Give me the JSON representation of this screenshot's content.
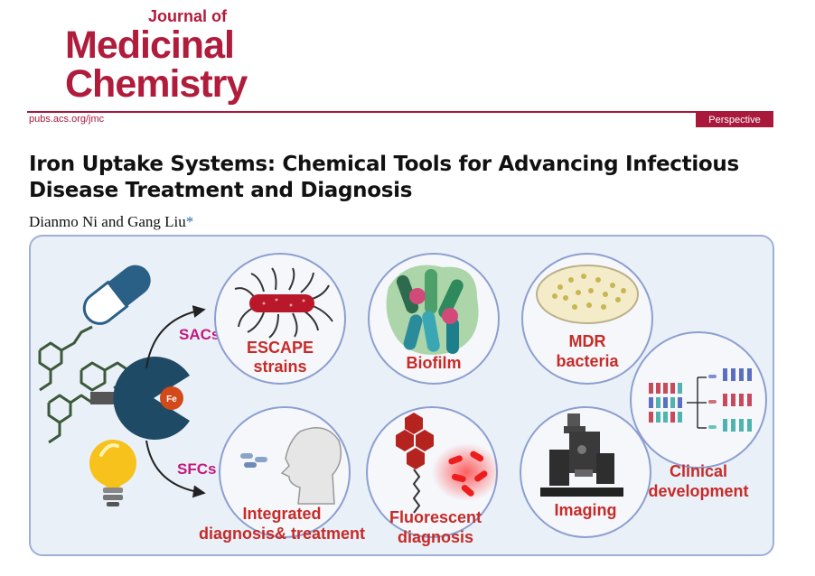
{
  "journal": {
    "logo_line1": "Journal of",
    "logo_line2": "Medicinal",
    "logo_line3": "Chemistry",
    "url": "pubs.acs.org/jmc",
    "article_type": "Perspective",
    "brand_color": "#a8193c"
  },
  "article": {
    "title": "Iron Uptake Systems: Chemical Tools for Advancing Infectious Disease Treatment and Diagnosis",
    "authors": "Dianmo Ni and Gang Liu",
    "corresponding_mark": "*"
  },
  "toc_graphic": {
    "fe_label": "Fe",
    "arrow_top_label": "SACs",
    "arrow_bottom_label": "SFCs",
    "circles_top": [
      "ESCAPE\nstrains",
      "Biofilm",
      "MDR\nbacteria"
    ],
    "circles_bottom": [
      "Integrated\ndiagnosis& treatment",
      "Fluorescent\ndiagnosis",
      "Imaging"
    ],
    "clinical": "Clinical\ndevelopment",
    "colors": {
      "label_red": "#c62b28",
      "arrow_label_pink": "#c2197d",
      "circle_stroke": "#8c9fd0",
      "panel_bg": "#eaf0f8"
    }
  }
}
